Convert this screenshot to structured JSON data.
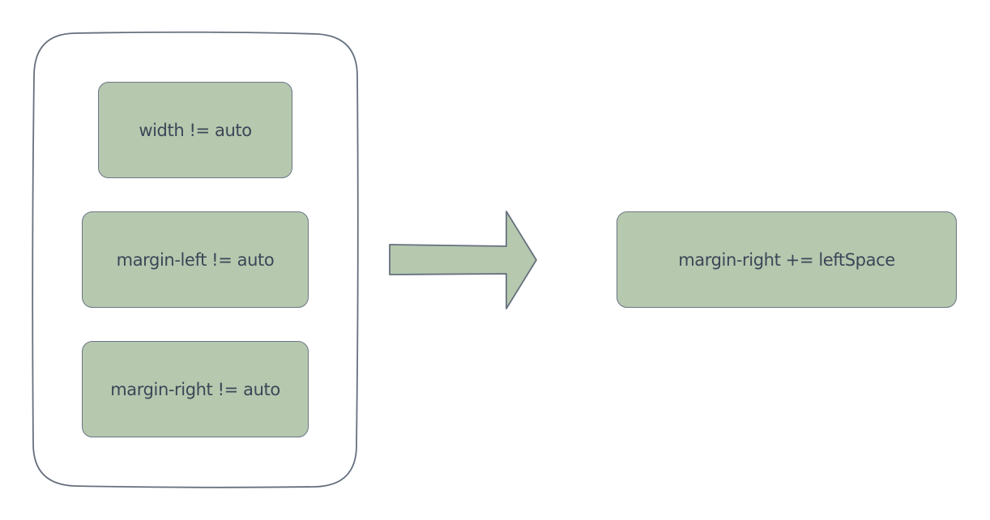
{
  "diagram": {
    "conditions": [
      "width != auto",
      "margin-left != auto",
      "margin-right != auto"
    ],
    "result": "margin-right += leftSpace"
  },
  "colors": {
    "box_fill": "#b6c8ae",
    "stroke": "#6b7585",
    "text": "#3d4658",
    "container_fill": "#ffffff"
  },
  "icons": {
    "connector": "arrow-right-icon"
  }
}
